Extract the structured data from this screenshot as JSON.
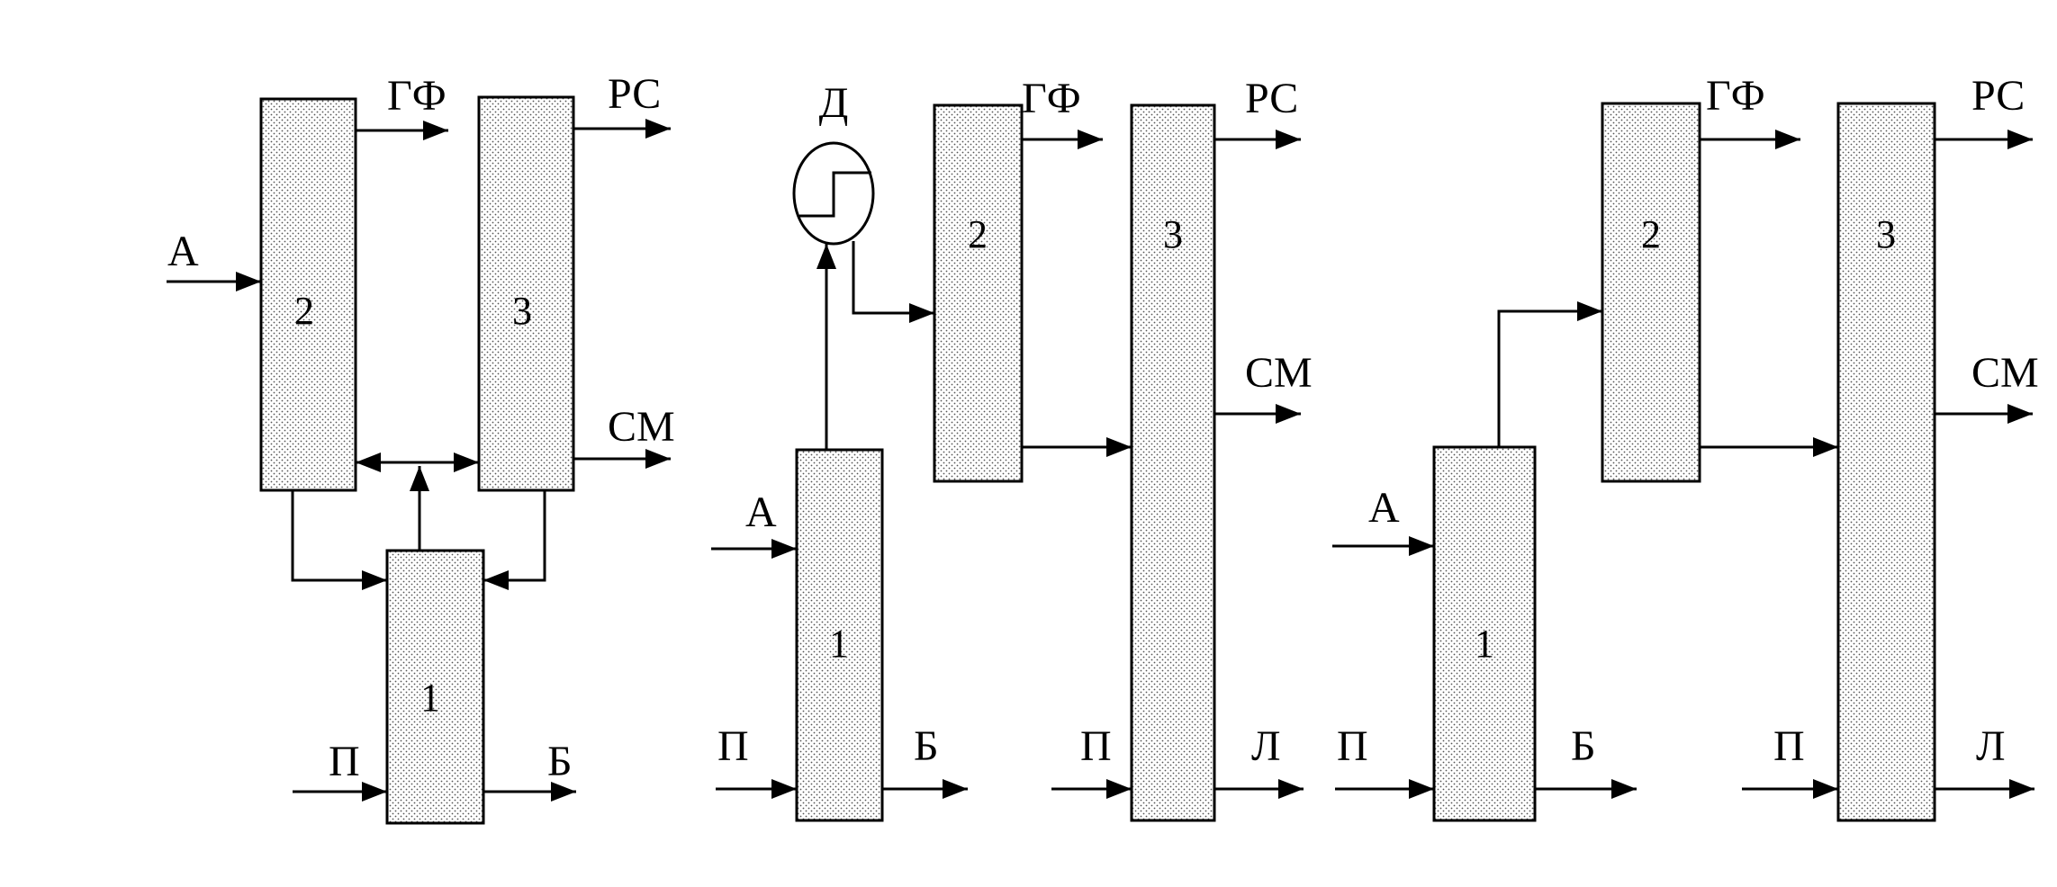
{
  "colors": {
    "stroke": "#000000",
    "fill_dots": "#555555",
    "background": "#ffffff"
  },
  "scheme1": {
    "columns": {
      "c1": "1",
      "c2": "2",
      "c3": "3"
    },
    "labels": {
      "feed_a": "А",
      "feed_p": "П",
      "out_b": "Б",
      "out_gf": "ГФ",
      "out_rs": "РС",
      "out_sm": "СМ"
    }
  },
  "scheme2": {
    "columns": {
      "c1": "1",
      "c2": "2",
      "c3": "3"
    },
    "deflegmator": "Д",
    "labels": {
      "feed_a": "А",
      "feed_p1": "П",
      "out_b": "Б",
      "out_gf": "ГФ",
      "out_rs": "РС",
      "out_sm": "СМ",
      "feed_p3": "П",
      "out_l": "Л"
    }
  },
  "scheme3": {
    "columns": {
      "c1": "1",
      "c2": "2",
      "c3": "3"
    },
    "labels": {
      "feed_a": "А",
      "feed_p1": "П",
      "out_b": "Б",
      "out_gf": "ГФ",
      "out_rs": "РС",
      "out_sm": "СМ",
      "feed_p3": "П",
      "out_l": "Л"
    }
  }
}
